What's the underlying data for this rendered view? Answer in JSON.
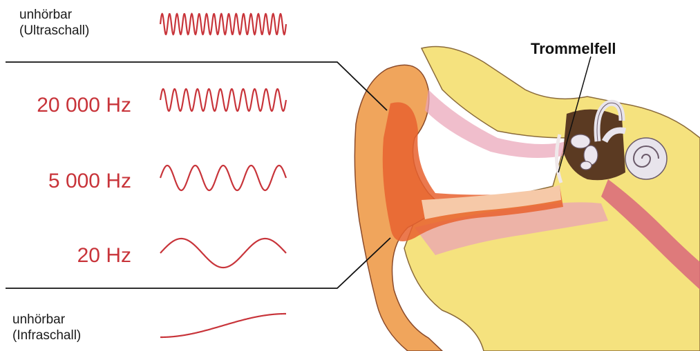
{
  "labels": {
    "ultraschall_line1": "unhörbar",
    "ultraschall_line2": "(Ultraschall)",
    "f20000": "20 000 Hz",
    "f5000": "5 000 Hz",
    "f20": "20 Hz",
    "infraschall_line1": "unhörbar",
    "infraschall_line2": "(Infraschall)",
    "trommelfell": "Trommelfell"
  },
  "waves": [
    {
      "name": "ultraschall",
      "cycles": 17,
      "amplitude": 15
    },
    {
      "name": "20000-hz",
      "cycles": 11,
      "amplitude": 16
    },
    {
      "name": "5000-hz",
      "cycles": 4.5,
      "amplitude": 18
    },
    {
      "name": "20-hz",
      "cycles": 1.5,
      "amplitude": 21
    },
    {
      "name": "infraschall",
      "cycles": 0.5,
      "amplitude": 17
    }
  ],
  "colors": {
    "wave": "#c8343a",
    "frequency_text": "#c8343a",
    "ear_skin": "#f0a55c",
    "ear_inner": "#e8622f",
    "bone": "#f5e27e",
    "tissue_pink": "#e9a3b6",
    "cochlea": "#e8e4ec",
    "dark_cavity": "#5b3a22"
  }
}
